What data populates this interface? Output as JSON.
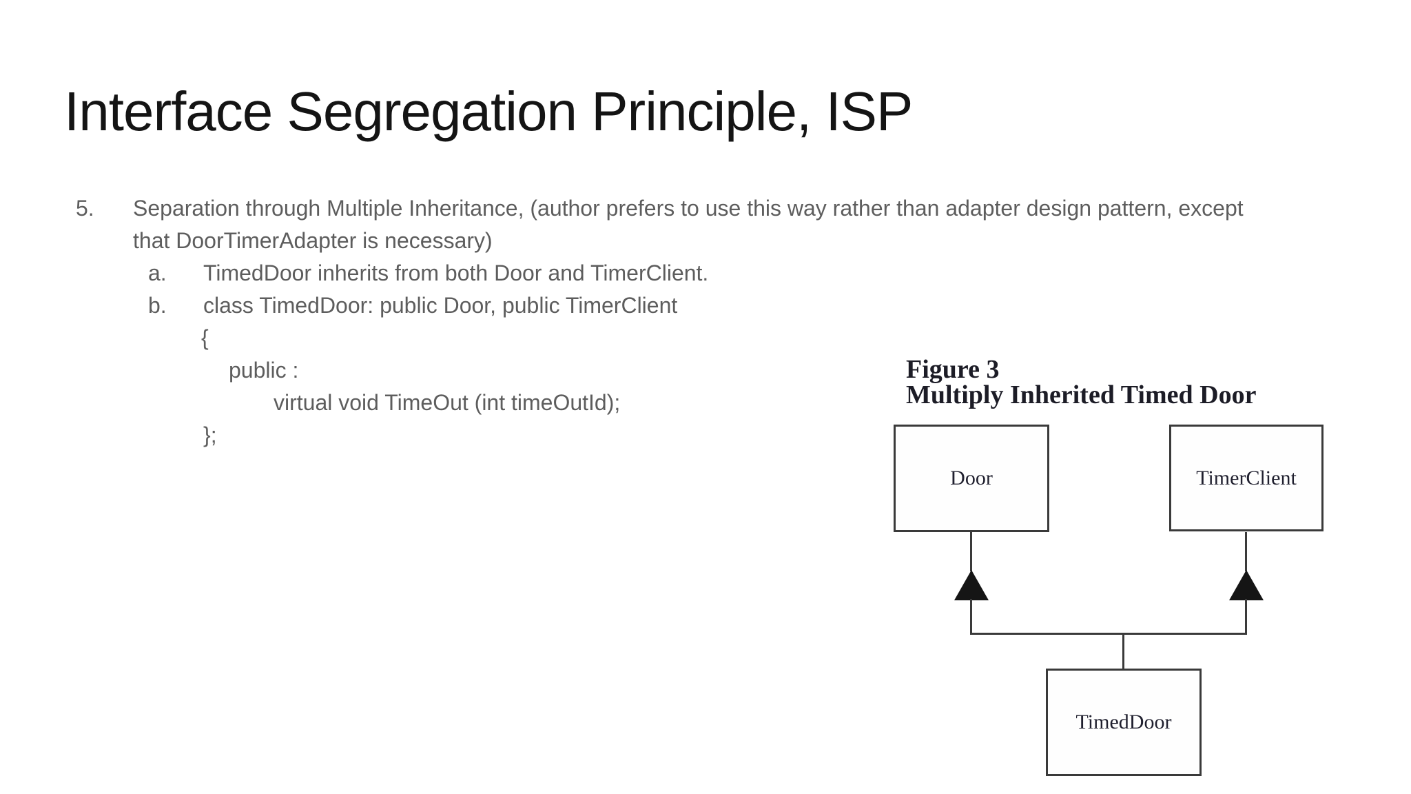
{
  "slide": {
    "title": "Interface Segregation Principle, ISP"
  },
  "list": {
    "item5": {
      "marker": "5.",
      "lines": [
        "Separation through Multiple Inheritance, (author prefers to use this way rather than adapter design pattern, except",
        "that DoorTimerAdapter is necessary)"
      ]
    },
    "sub_a": {
      "marker": "a.",
      "text": "TimedDoor inherits from both Door and TimerClient."
    },
    "sub_b": {
      "marker": "b.",
      "text": "class TimedDoor: public Door, public TimerClient"
    },
    "code": {
      "lines": [
        "{",
        "public :",
        "virtual void TimeOut (int timeOutId);",
        "};"
      ]
    }
  },
  "figure": {
    "caption_line1": "Figure 3",
    "caption_line2": "Multiply Inherited Timed Door",
    "nodes": {
      "door": "Door",
      "timer_client": "TimerClient",
      "timed_door": "TimedDoor"
    }
  },
  "colors": {
    "title": "#141414",
    "body_text": "#5d5d5d",
    "diagram_line": "#3a3a3a",
    "triangle": "#151515",
    "background": "#ffffff"
  }
}
